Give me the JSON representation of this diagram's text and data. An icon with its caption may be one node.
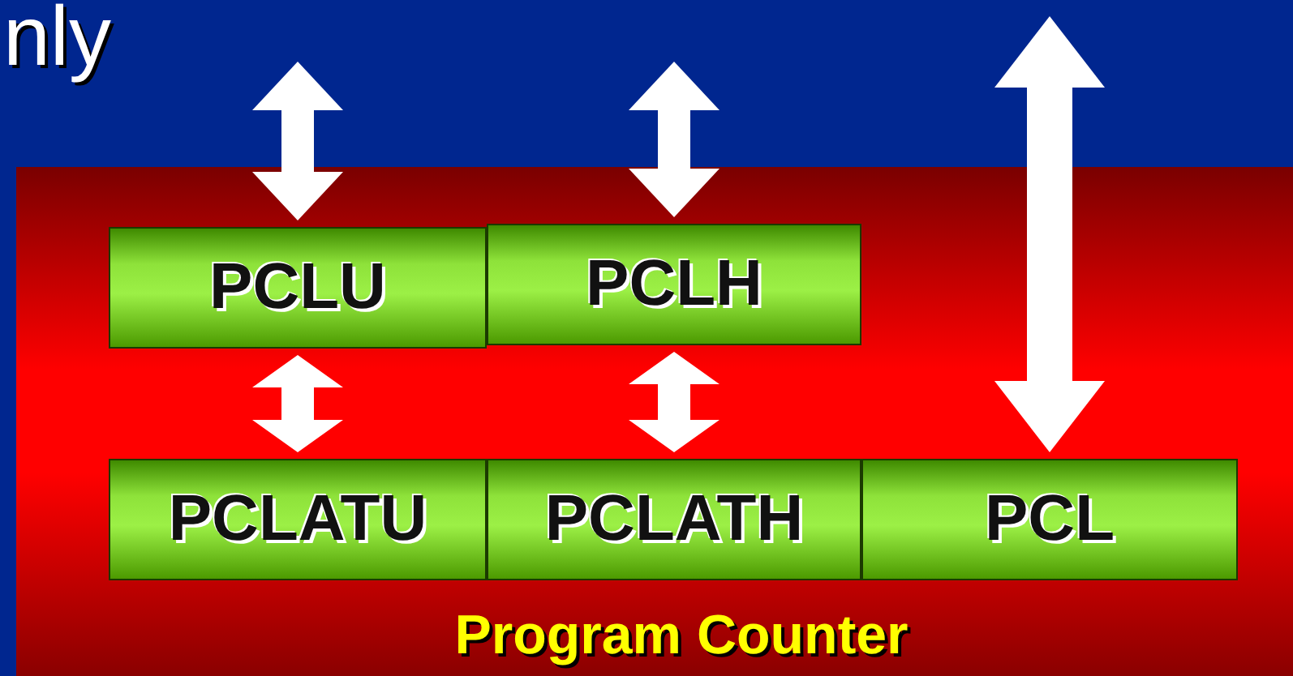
{
  "diagram": {
    "nodes": [
      {
        "text": [
          "Program Counter"
        ]
      },
      {
        "text": [
          "PCLU"
        ],
        "in": 0
      },
      {
        "text": [
          "PCLH"
        ],
        "in": 0
      },
      {
        "text": [
          "PCLATU"
        ],
        "in": 0
      },
      {
        "text": [
          "PCLATH"
        ],
        "in": 0
      },
      {
        "text": [
          "PCL"
        ],
        "in": 0
      }
    ],
    "edges": [
      {
        "from": null,
        "to": 1,
        "arrow": "both"
      },
      {
        "from": null,
        "to": 2,
        "arrow": "both"
      },
      {
        "from": null,
        "to": 5,
        "arrow": "both"
      },
      {
        "from": 1,
        "to": 3,
        "arrow": "both"
      },
      {
        "from": 2,
        "to": 4,
        "arrow": "both"
      }
    ],
    "labels": [
      "nly"
    ]
  }
}
